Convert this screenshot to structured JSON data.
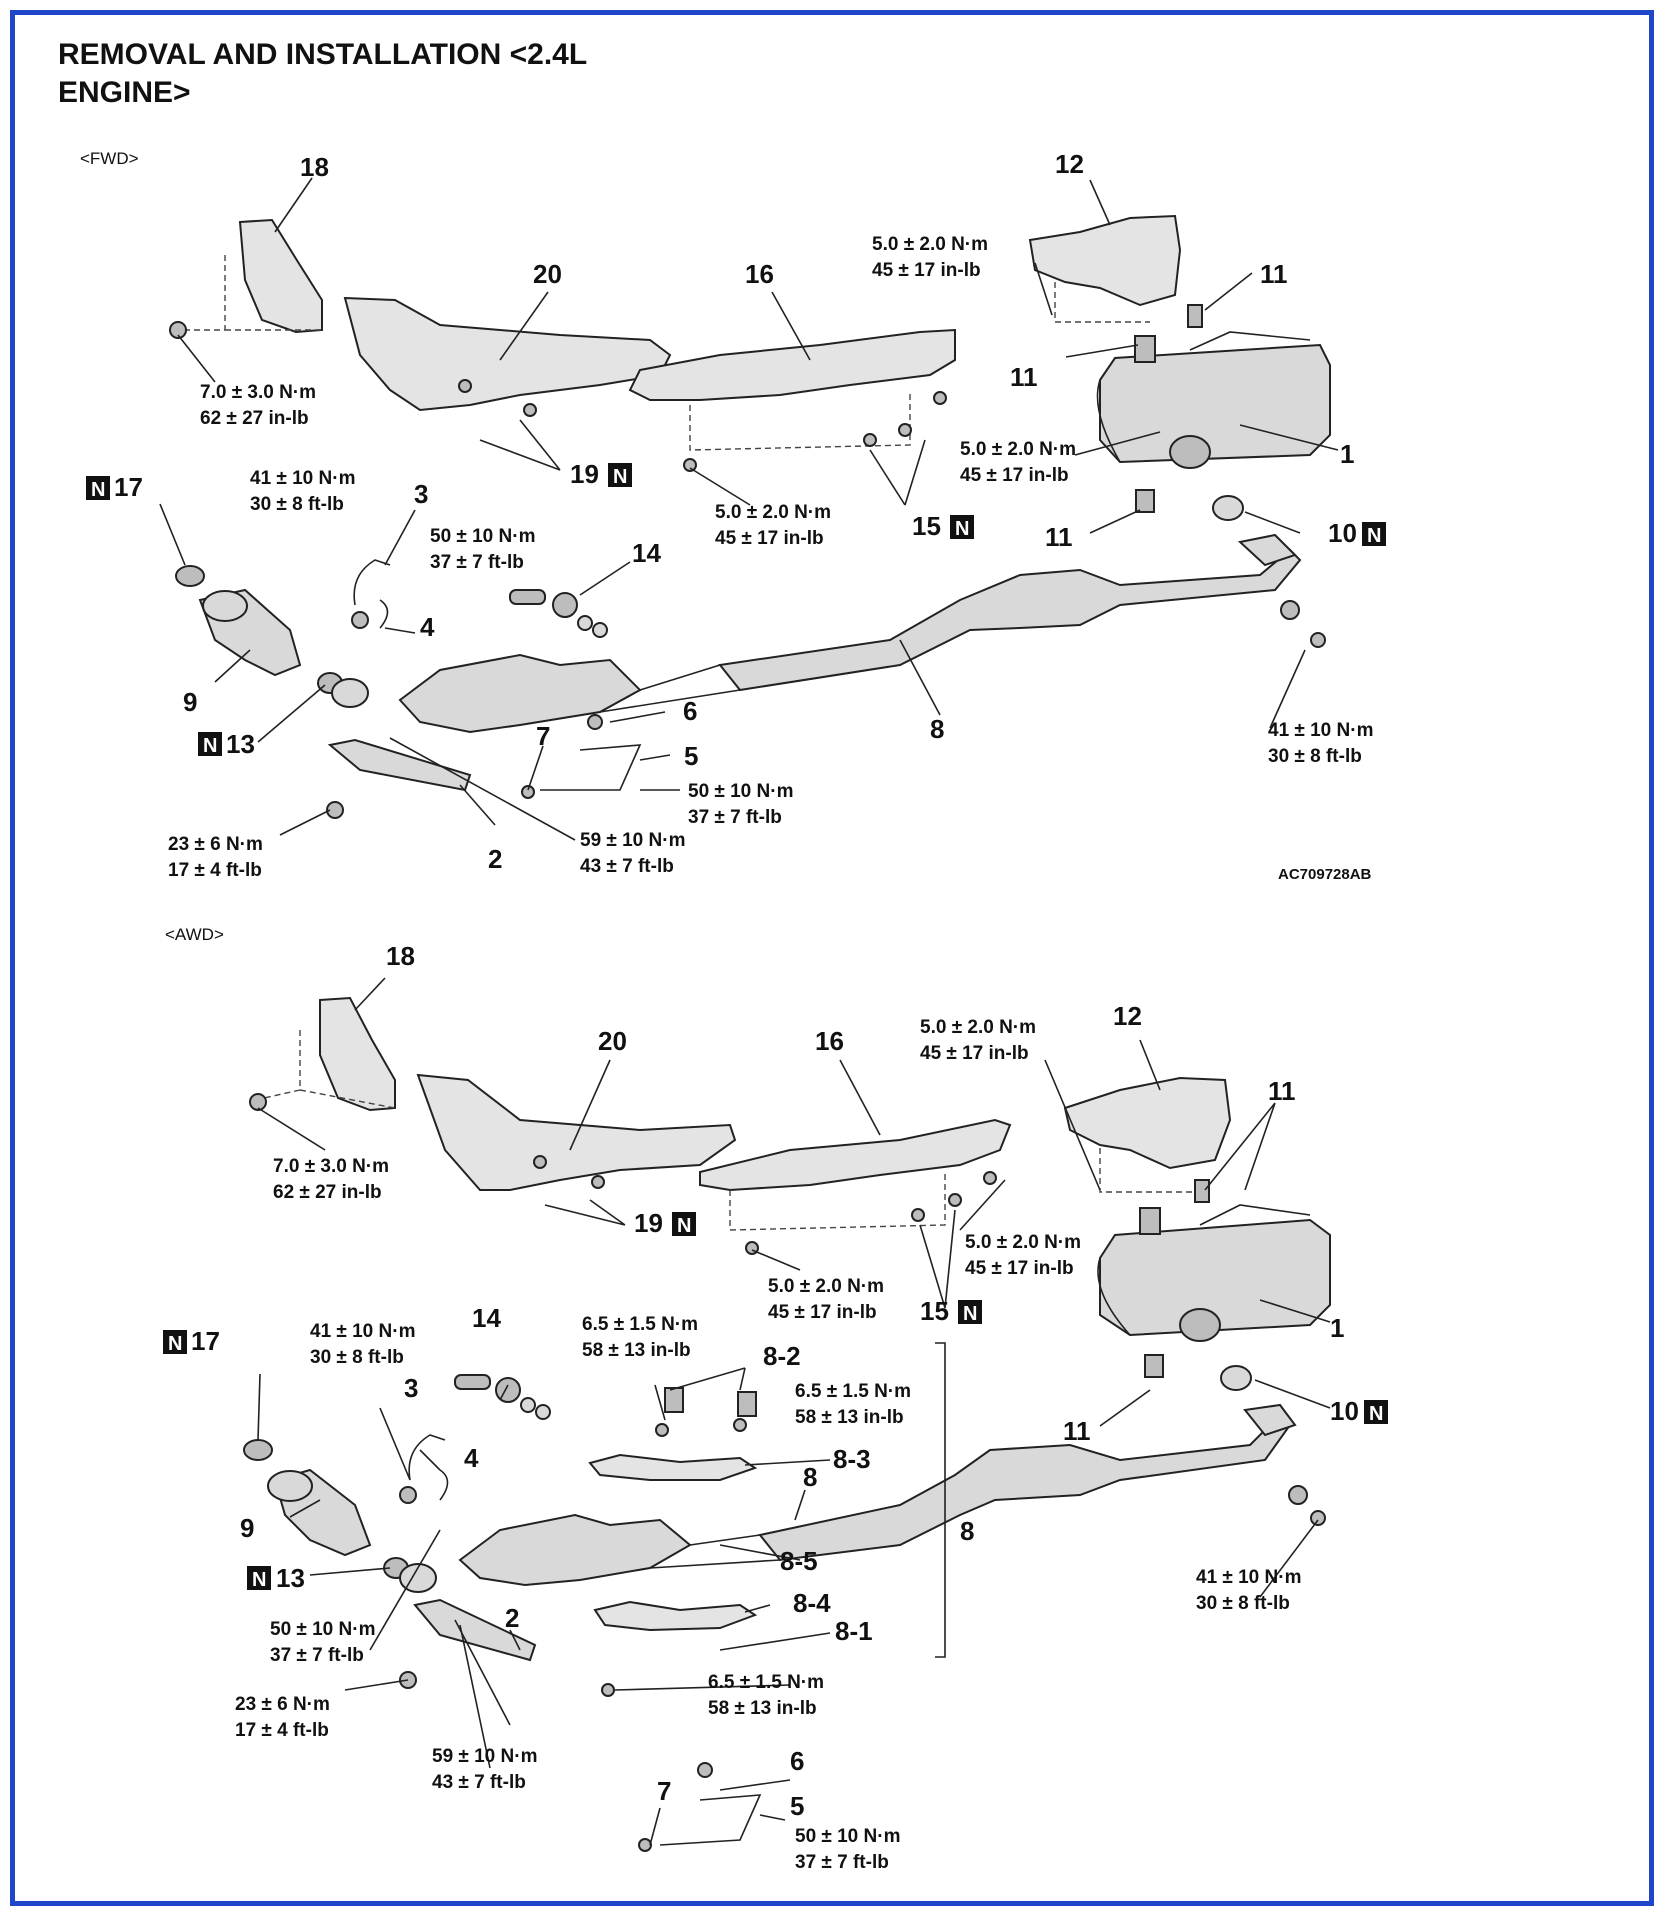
{
  "title": {
    "line1": "REMOVAL AND INSTALLATION <2.4L",
    "line2": "ENGINE>"
  },
  "fwd": {
    "variant_label": "<FWD>",
    "figure_code": "AC709728AB",
    "labels": {
      "p1": "1",
      "p2": "2",
      "p3": "3",
      "p4": "4",
      "p5": "5",
      "p6": "6",
      "p7": "7",
      "p8": "8",
      "p9": "9",
      "p10": "10",
      "p11a": "11",
      "p11b": "11",
      "p11c": "11",
      "p12": "12",
      "p13": "13",
      "p14": "14",
      "p15": "15",
      "p16": "16",
      "p17": "17",
      "p18": "18",
      "p19": "19",
      "p20": "20"
    },
    "torques": {
      "t_shield12_a": "5.0 ± 2.0 N·m",
      "t_shield12_b": "45 ± 17 in-lb",
      "t_bracket18_a": "7.0 ± 3.0 N·m",
      "t_bracket18_b": "62 ± 27 in-lb",
      "t_muffler_a": "5.0 ± 2.0 N·m",
      "t_muffler_b": "45 ± 17 in-lb",
      "t_shield16_a": "5.0 ± 2.0 N·m",
      "t_shield16_b": "45 ± 17 in-lb",
      "t_sensor_a": "41 ± 10 N·m",
      "t_sensor_b": "30 ± 8 ft-lb",
      "t_sensor3_a": "50 ± 10 N·m",
      "t_sensor3_b": "37 ± 7 ft-lb",
      "t_rear_a": "41 ± 10 N·m",
      "t_rear_b": "30 ± 8 ft-lb",
      "t_bracket5_a": "50 ± 10 N·m",
      "t_bracket5_b": "37 ± 7 ft-lb",
      "t_conv_a": "59 ± 10 N·m",
      "t_conv_b": "43 ± 7 ft-lb",
      "t_bracket2_a": "23 ± 6 N·m",
      "t_bracket2_b": "17 ± 4 ft-lb"
    }
  },
  "awd": {
    "variant_label": "<AWD>",
    "labels": {
      "p1": "1",
      "p2": "2",
      "p3": "3",
      "p4": "4",
      "p5": "5",
      "p6": "6",
      "p7": "7",
      "p8a": "8",
      "p8b": "8",
      "p8_1": "8-1",
      "p8_2": "8-2",
      "p8_3": "8-3",
      "p8_4": "8-4",
      "p8_5": "8-5",
      "p9": "9",
      "p10": "10",
      "p11a": "11",
      "p11b": "11",
      "p12": "12",
      "p13": "13",
      "p14": "14",
      "p15": "15",
      "p16": "16",
      "p17": "17",
      "p18": "18",
      "p19": "19",
      "p20": "20"
    },
    "torques": {
      "t_shield12_a": "5.0 ± 2.0 N·m",
      "t_shield12_b": "45 ± 17 in-lb",
      "t_bracket18_a": "7.0 ± 3.0 N·m",
      "t_bracket18_b": "62 ± 27 in-lb",
      "t_muffler_a": "5.0 ± 2.0 N·m",
      "t_muffler_b": "45 ± 17 in-lb",
      "t_shield16_a": "5.0 ± 2.0 N·m",
      "t_shield16_b": "45 ± 17 in-lb",
      "t_sensor_a": "41 ± 10 N·m",
      "t_sensor_b": "30 ± 8 ft-lb",
      "t_82_a": "6.5 ± 1.5 N·m",
      "t_82_b": "58 ± 13 in-lb",
      "t_82r_a": "6.5 ± 1.5 N·m",
      "t_82r_b": "58 ± 13 in-lb",
      "t_rear_a": "41 ± 10 N·m",
      "t_rear_b": "30 ± 8 ft-lb",
      "t_sensor4_a": "50 ± 10 N·m",
      "t_sensor4_b": "37 ± 7 ft-lb",
      "t_81_a": "6.5 ± 1.5 N·m",
      "t_81_b": "58 ± 13 in-lb",
      "t_bracket2_a": "23 ± 6 N·m",
      "t_bracket2_b": "17 ± 4 ft-lb",
      "t_conv_a": "59 ± 10 N·m",
      "t_conv_b": "43 ± 7 ft-lb",
      "t_bracket5_a": "50 ± 10 N·m",
      "t_bracket5_b": "37 ± 7 ft-lb"
    }
  },
  "new_part_marker": "N"
}
